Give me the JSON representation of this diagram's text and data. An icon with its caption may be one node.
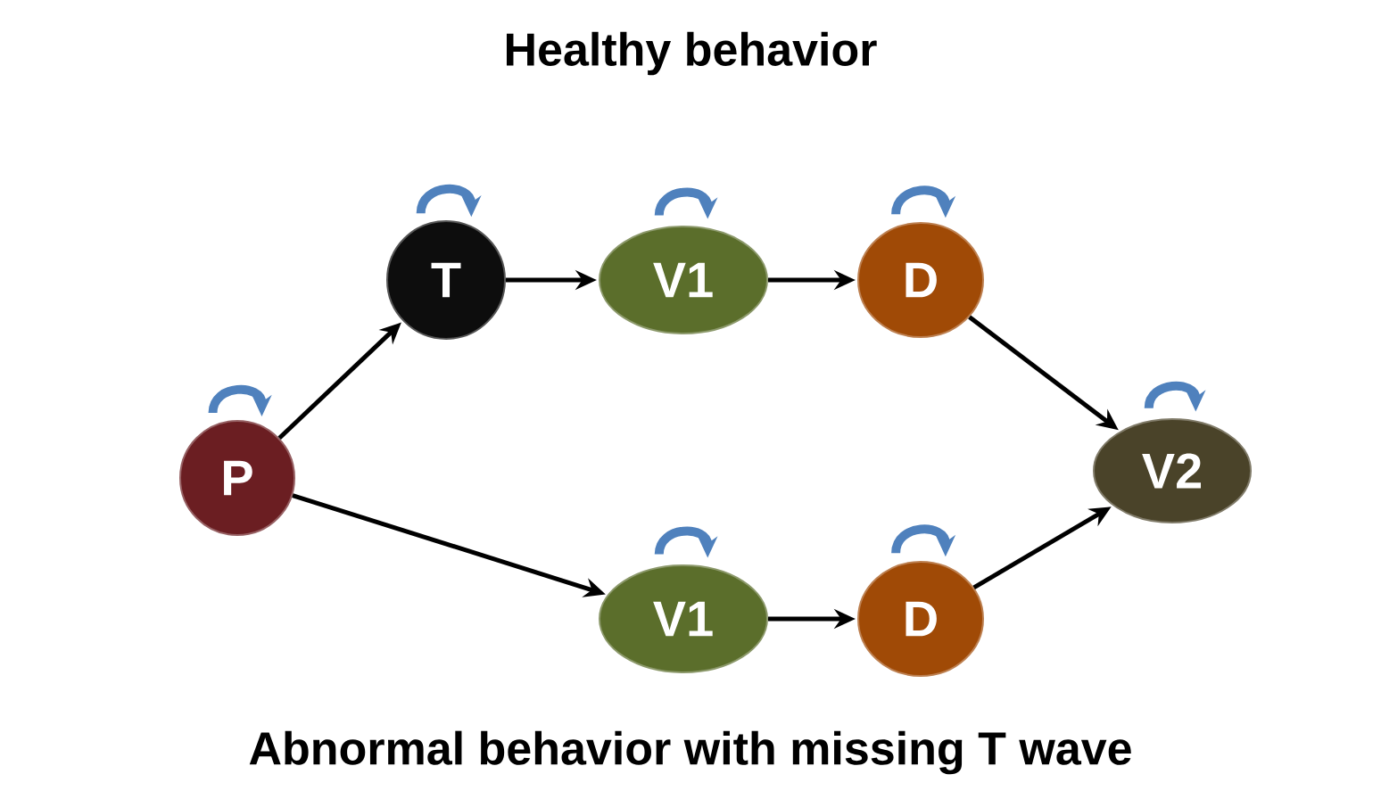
{
  "diagram": {
    "title": "Healthy behavior",
    "caption": "Abnormal behavior with missing T wave",
    "nodes": [
      {
        "text": [
          "P"
        ]
      },
      {
        "text": [
          "T"
        ]
      },
      {
        "text": [
          "V1"
        ]
      },
      {
        "text": [
          "D"
        ]
      },
      {
        "text": [
          "V2"
        ]
      },
      {
        "text": [
          "V1"
        ]
      },
      {
        "text": [
          "D"
        ]
      }
    ],
    "edges": [
      {
        "from": 0,
        "to": 1,
        "arrow": "to"
      },
      {
        "from": 1,
        "to": 2,
        "arrow": "to"
      },
      {
        "from": 2,
        "to": 3,
        "arrow": "to"
      },
      {
        "from": 3,
        "to": 4,
        "arrow": "to"
      },
      {
        "from": 0,
        "to": 5,
        "arrow": "to"
      },
      {
        "from": 5,
        "to": 6,
        "arrow": "to"
      },
      {
        "from": 6,
        "to": 4,
        "arrow": "to"
      },
      {
        "from": 0,
        "to": 0,
        "arrow": "to",
        "style": "thick",
        "color": "#4f81bd"
      },
      {
        "from": 1,
        "to": 1,
        "arrow": "to",
        "style": "thick",
        "color": "#4f81bd"
      },
      {
        "from": 2,
        "to": 2,
        "arrow": "to",
        "style": "thick",
        "color": "#4f81bd"
      },
      {
        "from": 3,
        "to": 3,
        "arrow": "to",
        "style": "thick",
        "color": "#4f81bd"
      },
      {
        "from": 4,
        "to": 4,
        "arrow": "to",
        "style": "thick",
        "color": "#4f81bd"
      },
      {
        "from": 5,
        "to": 5,
        "arrow": "to",
        "style": "thick",
        "color": "#4f81bd"
      },
      {
        "from": 6,
        "to": 6,
        "arrow": "to",
        "style": "thick",
        "color": "#4f81bd"
      }
    ]
  }
}
